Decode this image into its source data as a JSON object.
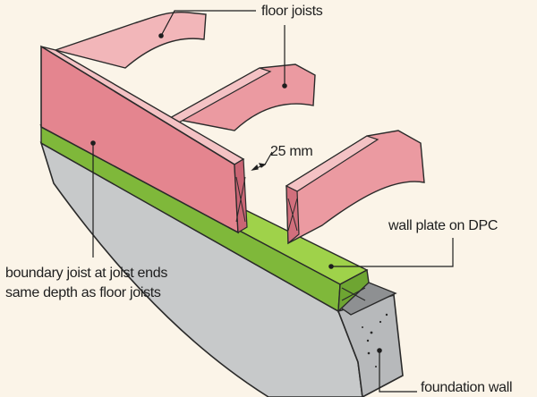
{
  "labels": {
    "floor_joists": "floor joists",
    "gap": "25 mm",
    "wall_plate": "wall plate on DPC",
    "boundary_joist_line1": "boundary joist at joist ends",
    "boundary_joist_line2": "same depth as floor joists",
    "foundation_wall": "foundation wall"
  },
  "colors": {
    "background": "#fbf4e8",
    "joist_face": "#e4858f",
    "joist_top": "#f2b6b9",
    "wall_plate": "#8cc63e",
    "foundation": "#c7c9ca",
    "outline": "#222222"
  },
  "icons": [
    "concrete-speckle",
    "cross-bracing-mark"
  ]
}
